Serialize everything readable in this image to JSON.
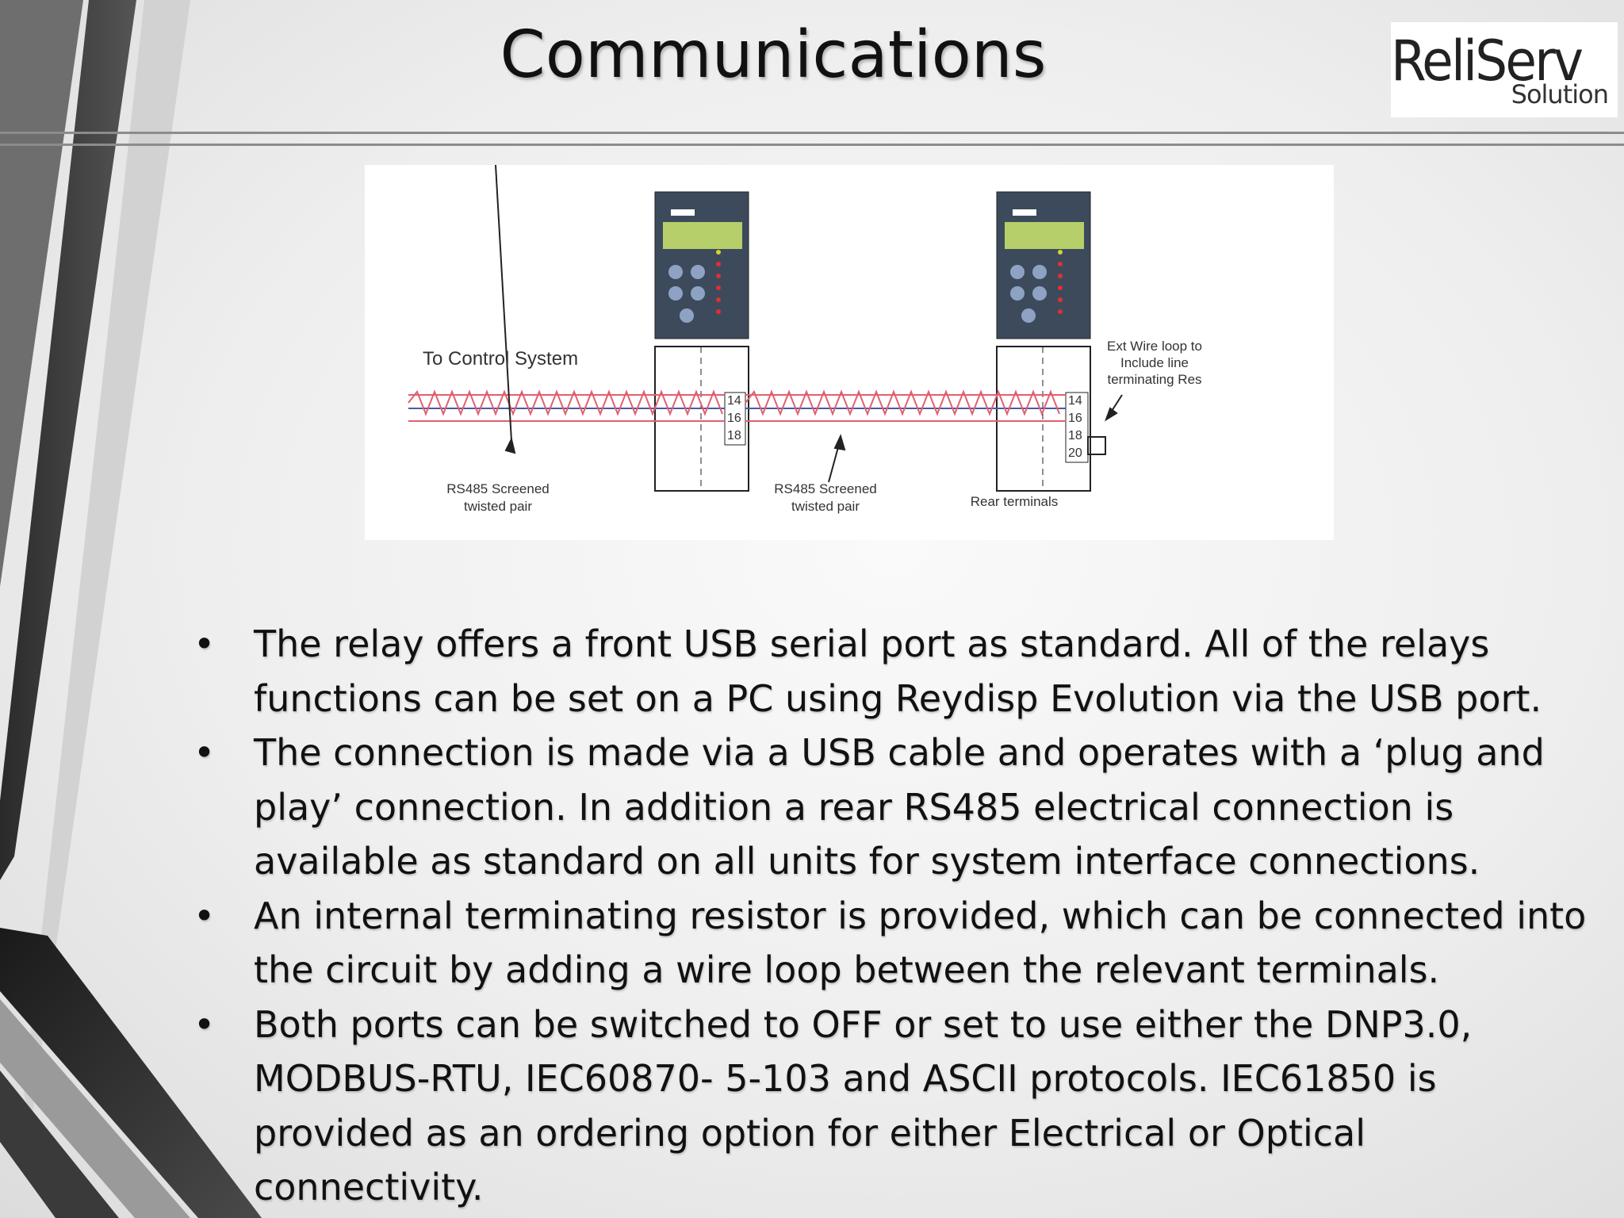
{
  "slide": {
    "title": "Communications",
    "logo": {
      "name": "ReliServ",
      "tagline": "Solution"
    }
  },
  "diagram": {
    "label_control": "To Control System",
    "label_twisted_1a": "RS485 Screened",
    "label_twisted_1b": "twisted pair",
    "label_twisted_2a": "RS485 Screened",
    "label_twisted_2b": "twisted pair",
    "label_rear": "Rear terminals",
    "label_ext_1": "Ext Wire loop to",
    "label_ext_2": "Include line",
    "label_ext_3": "terminating Res",
    "relay1_terminals": [
      "14",
      "16",
      "18"
    ],
    "relay2_terminals": [
      "14",
      "16",
      "18",
      "20"
    ]
  },
  "bullets": [
    {
      "marker": "•",
      "text": "The relay offers a front USB serial port as standard. All of the relays functions can be set on a PC using Reydisp Evolution via the USB port."
    },
    {
      "marker": "•",
      "text": "The connection is made via a USB cable and operates with a ‘plug and play’ connection. In addition a rear RS485 electrical connection is available as standard on all units for system interface connections."
    },
    {
      "marker": "•",
      "text": "An internal terminating resistor is provided, which can be connected into the circuit by adding a wire loop between the relevant terminals."
    },
    {
      "marker": "•",
      "text": "Both ports can be switched to OFF or set to use either the DNP3.0, MODBUS-RTU, IEC60870- 5-103 and ASCII protocols. IEC61850 is provided as an ordering option for either Electrical or Optical connectivity."
    }
  ],
  "colors": {
    "wire_red": "#e06070",
    "wire_blue": "#4a5aa0",
    "lcd_green": "#b6cf6a",
    "relay_body": "#3c4a5c"
  }
}
